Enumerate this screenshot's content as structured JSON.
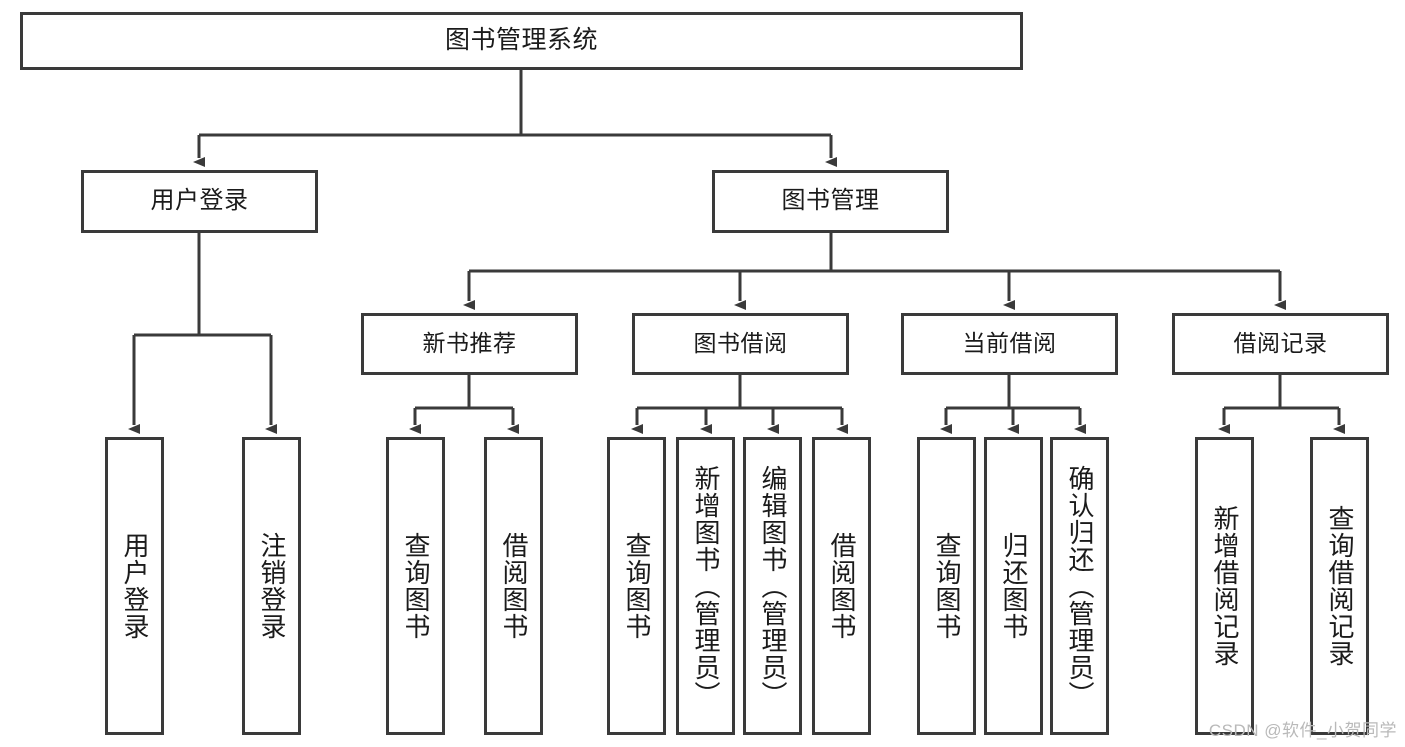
{
  "diagram": {
    "title": "图书管理系统",
    "type": "tree",
    "watermark": "CSDN @软件_小贺同学",
    "colors": {
      "border": "#3a3a3a",
      "edge": "#3a3a3a",
      "background": "#ffffff",
      "text": "#1b1b1b",
      "watermark": "#b9b9b9"
    },
    "nodes": {
      "root": {
        "label": "图书管理系统"
      },
      "level2": [
        {
          "id": "user-login",
          "label": "用户登录"
        },
        {
          "id": "book-manage",
          "label": "图书管理"
        }
      ],
      "level3": [
        {
          "id": "new-book-recommend",
          "label": "新书推荐"
        },
        {
          "id": "book-borrow",
          "label": "图书借阅"
        },
        {
          "id": "current-borrow",
          "label": "当前借阅"
        },
        {
          "id": "borrow-record",
          "label": "借阅记录"
        }
      ],
      "leaves": {
        "user-login": [
          {
            "id": "leaf-user-login",
            "label": "用户登录"
          },
          {
            "id": "leaf-logout",
            "label": "注销登录"
          }
        ],
        "new-book-recommend": [
          {
            "id": "leaf-query-book-1",
            "label": "查询图书"
          },
          {
            "id": "leaf-borrow-book-1",
            "label": "借阅图书"
          }
        ],
        "book-borrow": [
          {
            "id": "leaf-query-book-2",
            "label": "查询图书"
          },
          {
            "id": "leaf-add-book",
            "label": "新增图书（管理员）"
          },
          {
            "id": "leaf-edit-book",
            "label": "编辑图书（管理员）"
          },
          {
            "id": "leaf-borrow-book-2",
            "label": "借阅图书"
          }
        ],
        "current-borrow": [
          {
            "id": "leaf-query-book-3",
            "label": "查询图书"
          },
          {
            "id": "leaf-return-book",
            "label": "归还图书"
          },
          {
            "id": "leaf-confirm-return",
            "label": "确认归还（管理员）"
          }
        ],
        "borrow-record": [
          {
            "id": "leaf-add-record",
            "label": "新增借阅记录"
          },
          {
            "id": "leaf-query-record",
            "label": "查询借阅记录"
          }
        ]
      }
    }
  }
}
